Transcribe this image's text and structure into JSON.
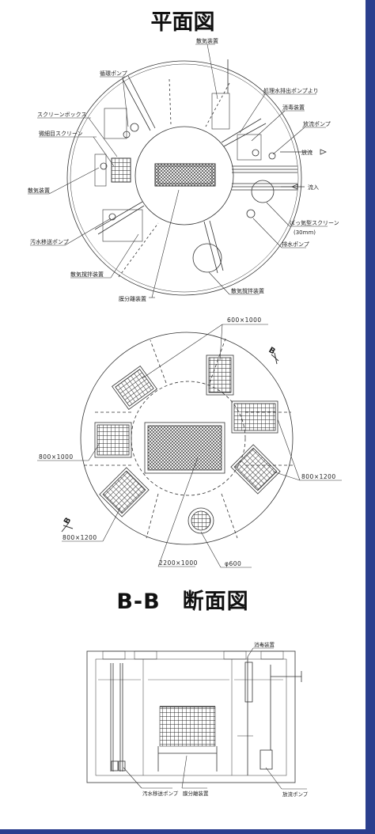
{
  "titles": {
    "plan": "平面図",
    "section": "B-B　断面図"
  },
  "plan_labels": {
    "sanki_top": "散気装置",
    "junkan_pump": "循環ポンプ",
    "shori_pump": "処理水排出ポンプより",
    "shodoku": "消毒装置",
    "screen_box": "スクリーンボックス",
    "horyu_pump": "放流ポンプ",
    "bisai_screen": "微細目スクリーン",
    "horyu": "放流",
    "ryunyu": "流入",
    "sanki_left": "散気装置",
    "batsu_screen": "ばっ気型スクリーン",
    "screen_size": "(30mm)",
    "osui_pump": "汚水移送ポンプ",
    "haisui_pump": "排水ポンプ",
    "sanki_kakuhan_1": "散気撹拌装置",
    "sanki_kakuhan_2": "散気撹拌装置",
    "maku_bunri": "膜分離装置"
  },
  "dims": {
    "d600x1000": "600×1000",
    "d800x1000": "800×1000",
    "d800x1200_r": "800×1200",
    "d800x1200_l": "800×1200",
    "d2200x1000": "2200×1000",
    "phi600": "φ600",
    "b_mark_top": "B",
    "b_mark_bottom": "B"
  },
  "section_labels": {
    "shodoku": "消毒装置",
    "osui_pump": "汚水移送ポンプ",
    "maku_bunri": "膜分離装置",
    "horyu_pump": "放流ポンプ"
  },
  "colors": {
    "frame": "#2b3f8e",
    "line": "#333333"
  }
}
